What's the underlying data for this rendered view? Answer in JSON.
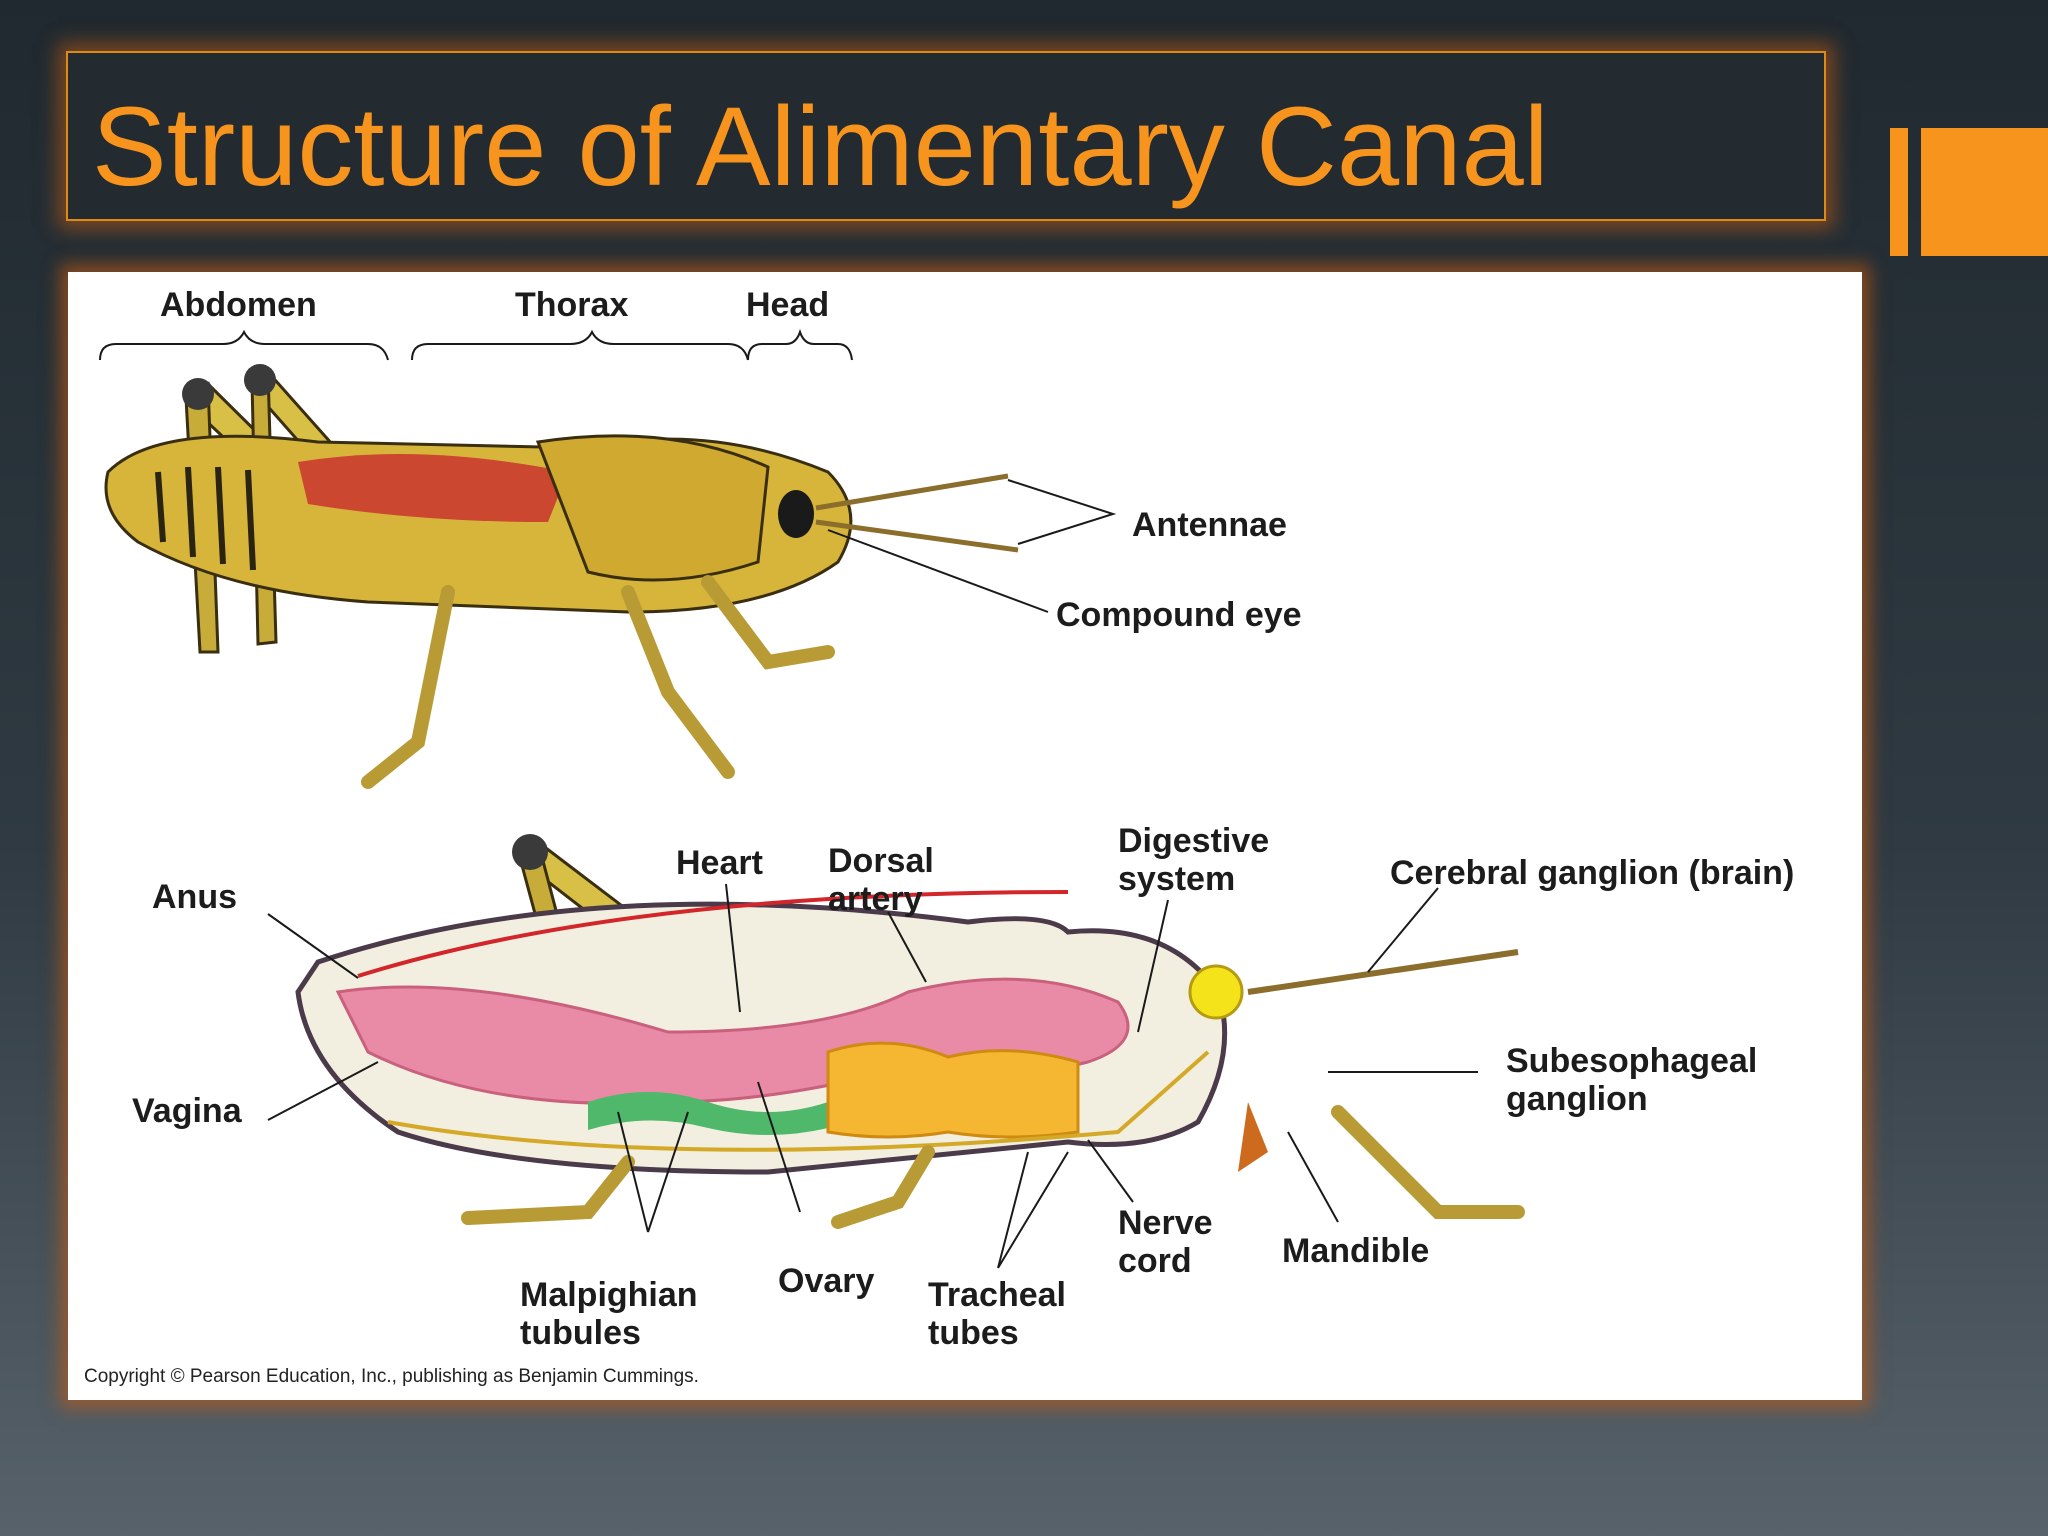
{
  "slide": {
    "title": "Structure of Alimentary Canal",
    "accent_color": "#f7941d"
  },
  "diagram": {
    "external_regions": [
      "Abdomen",
      "Thorax",
      "Head"
    ],
    "external_labels": {
      "antennae": "Antennae",
      "compound_eye": "Compound eye"
    },
    "internal_labels": {
      "anus": "Anus",
      "heart": "Heart",
      "dorsal_artery": [
        "Dorsal",
        "artery"
      ],
      "digestive_system": [
        "Digestive",
        "system"
      ],
      "cerebral_ganglion": "Cerebral ganglion (brain)",
      "vagina": "Vagina",
      "subesophageal_ganglion": [
        "Subesophageal",
        "ganglion"
      ],
      "malpighian_tubules": [
        "Malpighian",
        "tubules"
      ],
      "ovary": "Ovary",
      "tracheal_tubes": [
        "Tracheal",
        "tubes"
      ],
      "nerve_cord": [
        "Nerve",
        "cord"
      ],
      "mandible": "Mandible"
    },
    "copyright": "Copyright © Pearson Education, Inc., publishing as Benjamin Cummings."
  }
}
